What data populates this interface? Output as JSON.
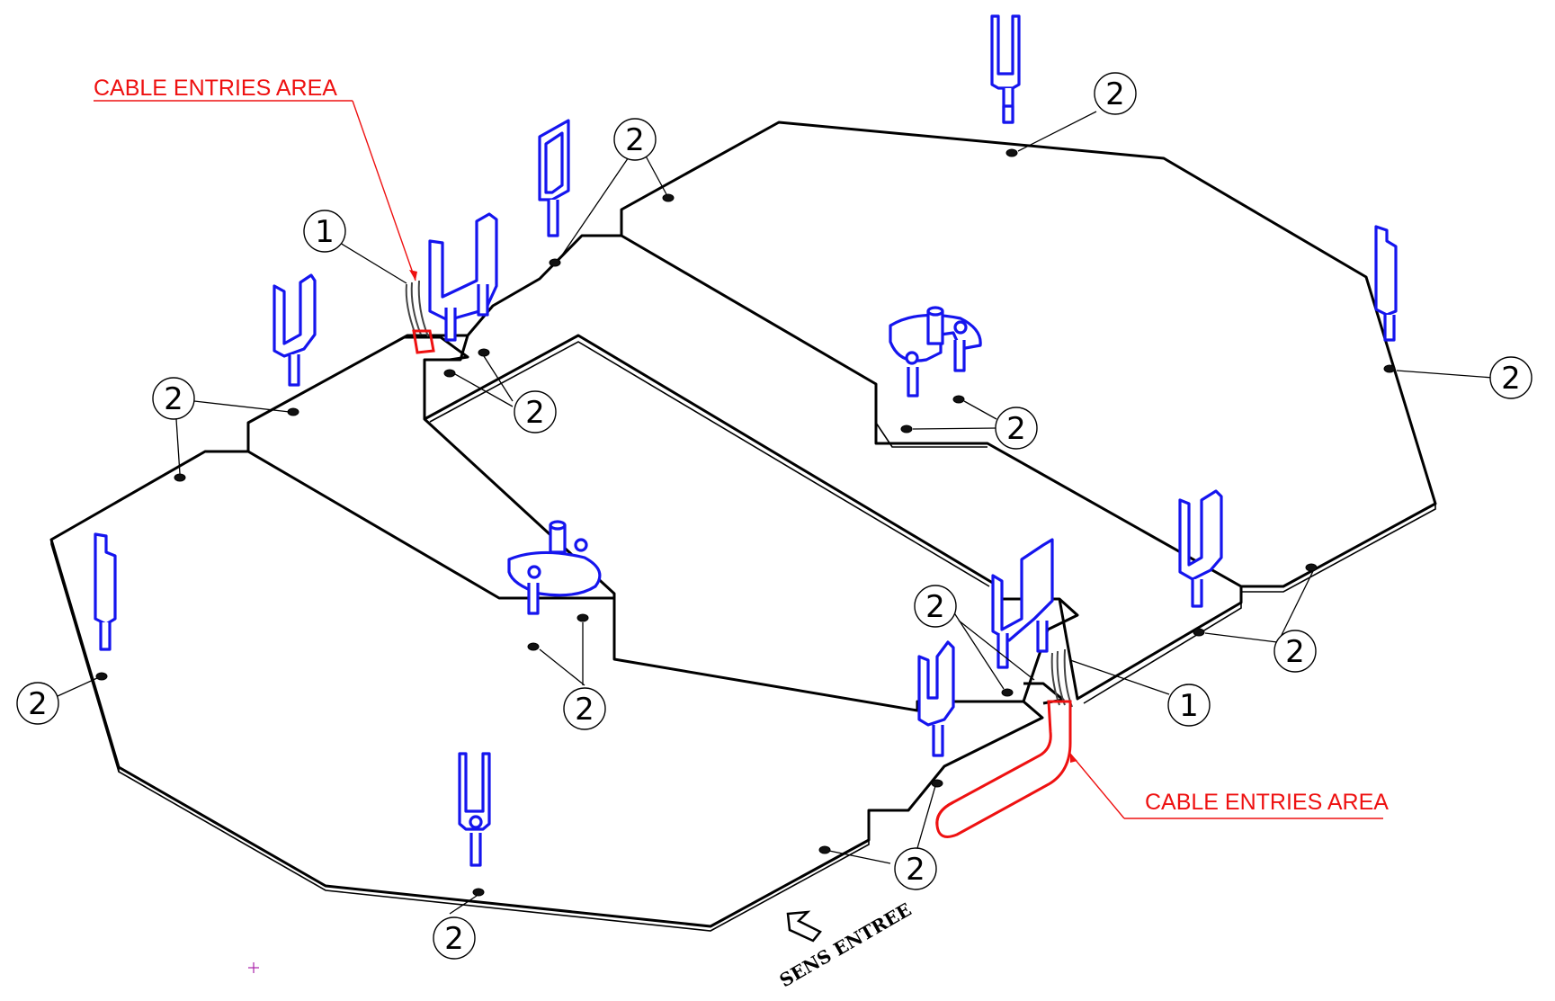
{
  "callout_top": {
    "label": "CABLE ENTRIES AREA"
  },
  "callout_bottom": {
    "label": "CABLE ENTRIES AREA"
  },
  "direction": {
    "label": "SENS ENTREE"
  },
  "balloons": {
    "cable_item": "1",
    "fixing_item": "2"
  },
  "colors": {
    "bracket": "#1515ee",
    "callout": "#ee1111",
    "outline": "#000000"
  },
  "icons": {
    "bracket": "u-bracket-icon",
    "arrow": "direction-arrow-icon"
  }
}
